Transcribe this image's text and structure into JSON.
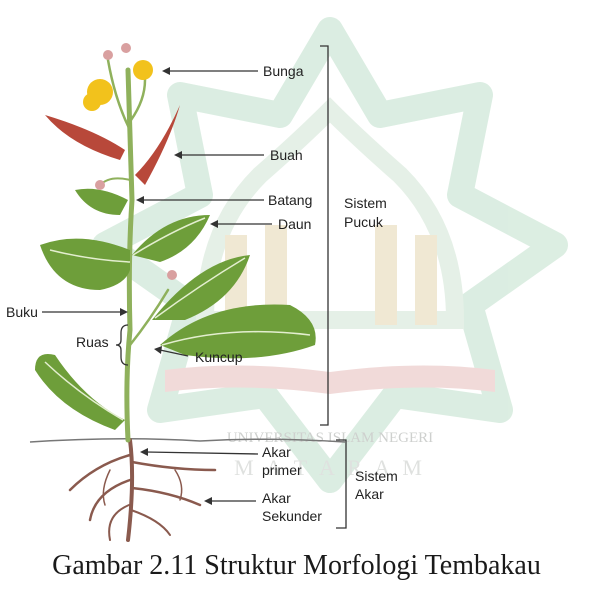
{
  "labels": {
    "bunga": "Bunga",
    "buah": "Buah",
    "batang": "Batang",
    "daun": "Daun",
    "sistem_pucuk_1": "Sistem",
    "sistem_pucuk_2": "Pucuk",
    "buku": "Buku",
    "ruas": "Ruas",
    "kuncup": "Kuncup",
    "akar_primer_1": "Akar",
    "akar_primer_2": "primer",
    "akar_sekunder_1": "Akar",
    "akar_sekunder_2": "Sekunder",
    "sistem_akar_1": "Sistem",
    "sistem_akar_2": "Akar"
  },
  "watermark": {
    "line1": "UNIVERSITAS ISLAM NEGERI",
    "line2": "M A T A R A M"
  },
  "caption": "Gambar 2.11 Struktur Morfologi Tembakau",
  "colors": {
    "watermark": "#d8ecdf",
    "watermark_red": "#f0d7d5",
    "watermark_gold": "#efe6cf",
    "stem": "#8fb15c",
    "leaf": "#6e9e3a",
    "leaf_vein": "#e3eecf",
    "flower": "#f2c21c",
    "fruit": "#b8483a",
    "root": "#8a5a4e",
    "line": "#333333"
  }
}
